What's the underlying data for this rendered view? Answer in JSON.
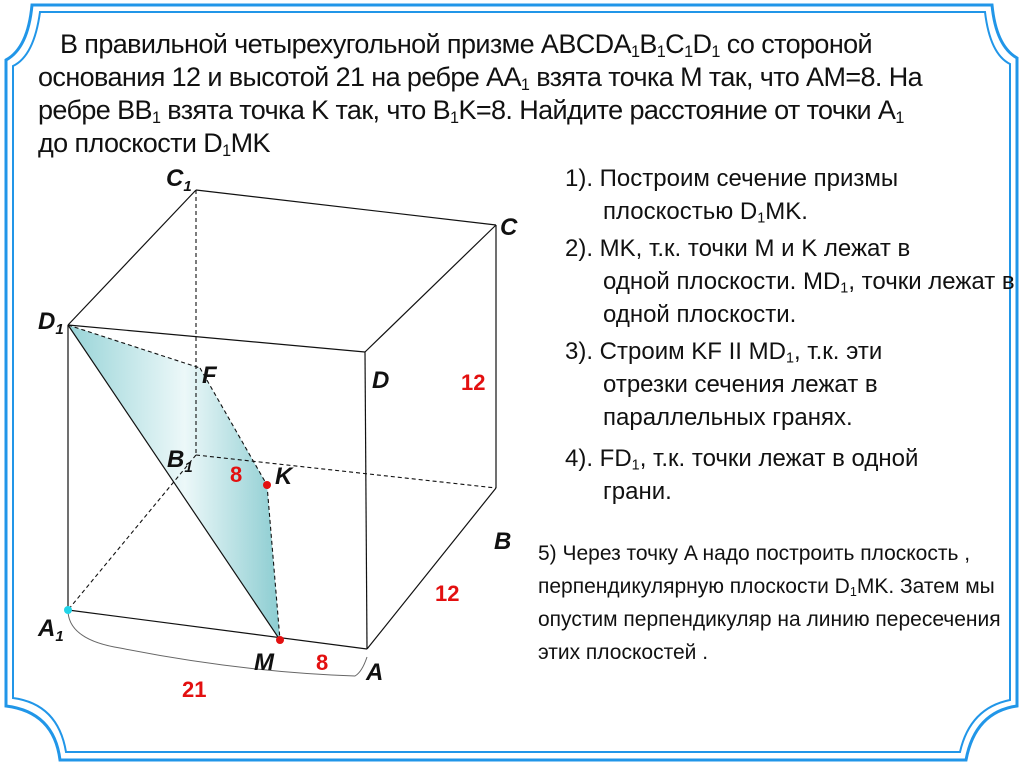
{
  "problem": [
    [
      [
        "В правильной четырехугольной призме ABCDA"
      ],
      [
        "1",
        "sub"
      ],
      [
        "B"
      ],
      [
        "1",
        "sub"
      ],
      [
        "C"
      ],
      [
        "1",
        "sub"
      ],
      [
        "D"
      ],
      [
        "1",
        "sub"
      ],
      [
        " со стороной"
      ]
    ],
    [
      [
        "основания 12 и высотой 21 на ребре AA"
      ],
      [
        "1",
        "sub"
      ],
      [
        " взята точка M так, что AM=8. На"
      ]
    ],
    [
      [
        "ребре  BB"
      ],
      [
        "1",
        "sub"
      ],
      [
        " взята точка K так, что B"
      ],
      [
        "1",
        "sub"
      ],
      [
        "K=8. Найдите расстояние от точки A"
      ],
      [
        "1",
        "sub"
      ]
    ],
    [
      [
        "до плоскости D"
      ],
      [
        "1",
        "sub"
      ],
      [
        "MK"
      ]
    ]
  ],
  "steps": [
    {
      "first": [
        [
          "1). Построим сечение призмы"
        ]
      ],
      "rest": [
        [
          "плоскостью D"
        ],
        [
          "1",
          "sub"
        ],
        [
          "MK."
        ]
      ]
    },
    {
      "first": [
        [
          "2). MK, т.к. точки M и K лежат в"
        ]
      ],
      "rest": [
        [
          "одной плоскости. MD"
        ],
        [
          "1",
          "sub"
        ],
        [
          ", точки лежат в одной плоскости."
        ]
      ]
    },
    {
      "first": [
        [
          "3). Строим KF II MD"
        ],
        [
          "1",
          "sub"
        ],
        [
          ", т.к. эти"
        ]
      ],
      "rest": [
        [
          "отрезки сечения лежат в параллельных гранях."
        ]
      ]
    },
    {
      "first": [
        [
          "4). FD"
        ],
        [
          "1",
          "sub"
        ],
        [
          ", т.к. точки лежат в одной"
        ]
      ],
      "rest": [
        [
          "грани."
        ]
      ]
    }
  ],
  "step5": [
    [
      "5) Через точку A надо построить плоскость , перпендикулярную плоскости D"
    ],
    [
      "1",
      "sub"
    ],
    [
      "MK. Затем мы опустим перпендикуляр на линию пересечения этих плоскостей ."
    ]
  ],
  "diagram": {
    "vertices": {
      "C1": "C",
      "D1": "D",
      "B1": "B",
      "A1": "A",
      "C": "C",
      "D": "D",
      "B": "B",
      "A": "A",
      "F": "F",
      "K": "K",
      "M": "M"
    },
    "subscript": "1",
    "measures": {
      "height": "21",
      "am": "8",
      "b1k": "8",
      "side_ab": "12",
      "side_bc": "12"
    }
  },
  "colors": {
    "frame": "#2196e8",
    "section_fill": "#7fc7cc",
    "point_red": "#e31010",
    "point_cyan": "#22d4e8",
    "numbers": "#e31010"
  }
}
